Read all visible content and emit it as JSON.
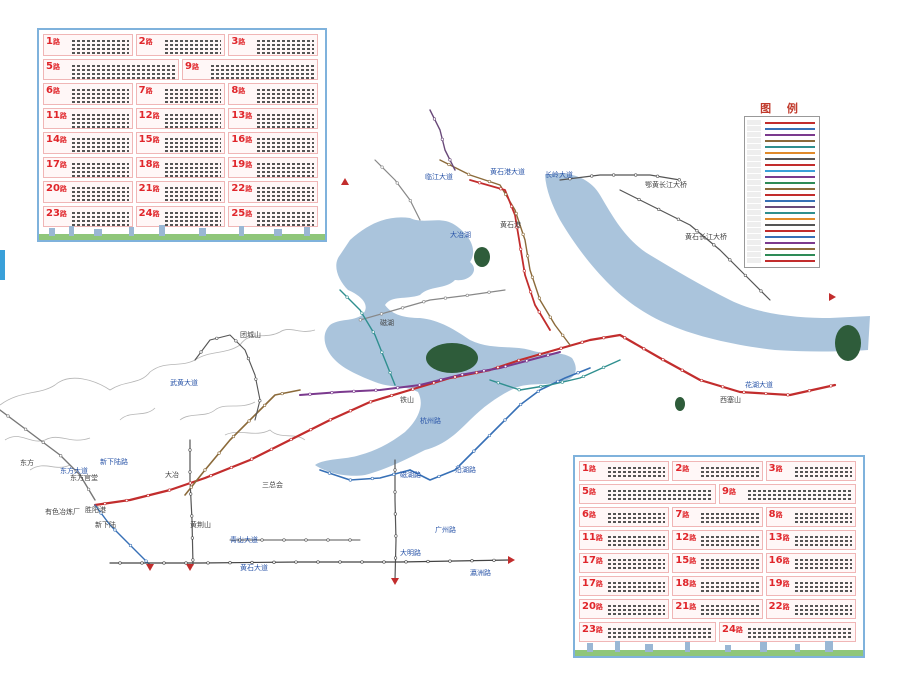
{
  "legend": {
    "title": "图 例"
  },
  "panel_top_left": {
    "routes": [
      {
        "num": "1",
        "unit": "路"
      },
      {
        "num": "2",
        "unit": "路"
      },
      {
        "num": "3",
        "unit": "路"
      },
      {
        "num": "5",
        "unit": "路"
      },
      {
        "num": "9",
        "unit": "路"
      },
      {
        "num": "6",
        "unit": "路"
      },
      {
        "num": "7",
        "unit": "路"
      },
      {
        "num": "8",
        "unit": "路"
      },
      {
        "num": "11",
        "unit": "路"
      },
      {
        "num": "12",
        "unit": "路"
      },
      {
        "num": "13",
        "unit": "路"
      },
      {
        "num": "14",
        "unit": "路"
      },
      {
        "num": "15",
        "unit": "路"
      },
      {
        "num": "16",
        "unit": "路"
      },
      {
        "num": "17",
        "unit": "路"
      },
      {
        "num": "18",
        "unit": "路"
      },
      {
        "num": "19",
        "unit": "路"
      },
      {
        "num": "20",
        "unit": "路"
      },
      {
        "num": "21",
        "unit": "路"
      },
      {
        "num": "22",
        "unit": "路"
      },
      {
        "num": "23",
        "unit": "路"
      },
      {
        "num": "24",
        "unit": "路"
      },
      {
        "num": "25",
        "unit": "路"
      }
    ]
  },
  "panel_bottom_right": {
    "routes": [
      {
        "num": "1",
        "unit": "路"
      },
      {
        "num": "2",
        "unit": "路"
      },
      {
        "num": "3",
        "unit": "路"
      },
      {
        "num": "5",
        "unit": "路"
      },
      {
        "num": "9",
        "unit": "路"
      },
      {
        "num": "6",
        "unit": "路"
      },
      {
        "num": "7",
        "unit": "路"
      },
      {
        "num": "8",
        "unit": "路"
      },
      {
        "num": "11",
        "unit": "路"
      },
      {
        "num": "12",
        "unit": "路"
      },
      {
        "num": "13",
        "unit": "路"
      },
      {
        "num": "17",
        "unit": "路"
      },
      {
        "num": "15",
        "unit": "路"
      },
      {
        "num": "16",
        "unit": "路"
      },
      {
        "num": "17",
        "unit": "路"
      },
      {
        "num": "18",
        "unit": "路"
      },
      {
        "num": "19",
        "unit": "路"
      },
      {
        "num": "20",
        "unit": "路"
      },
      {
        "num": "21",
        "unit": "路"
      },
      {
        "num": "22",
        "unit": "路"
      },
      {
        "num": "23",
        "unit": "路"
      },
      {
        "num": "24",
        "unit": "路"
      }
    ]
  },
  "map": {
    "road_labels": [
      "长岭大道",
      "临江大道",
      "黄石港大道",
      "大冶湖",
      "杭州路",
      "磁湖路",
      "东方大道",
      "新下陆路",
      "武黄大道",
      "广州路",
      "黄石大道",
      "瀛洲路",
      "青山大道",
      "大明路",
      "沿湖路",
      "花湖大道"
    ],
    "place_labels": [
      "东方",
      "东方官堂",
      "团城山",
      "胜阳港",
      "新下陆",
      "有色冶炼厂",
      "三总会",
      "西塞山",
      "黄石港",
      "磁湖",
      "铁山",
      "大冶",
      "黄荆山",
      "鄂黄长江大桥",
      "黄石长江大桥"
    ],
    "colors": {
      "water": "#aac4dc",
      "land_outline": "#9a9a9a",
      "island": "#2e5c3a",
      "route_red": "#c22d2d",
      "route_purple": "#7b3a8e",
      "route_blue": "#3770b6",
      "route_brown": "#8b6a3a",
      "route_teal": "#2f8f8f"
    }
  }
}
